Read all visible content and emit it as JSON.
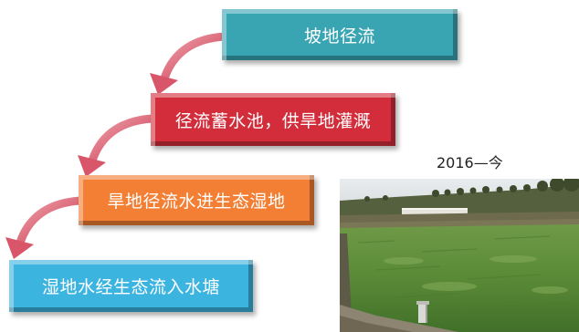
{
  "flow_steps": [
    {
      "label": "坡地径流",
      "color": "#39a5b3"
    },
    {
      "label": "径流蓄水池，供旱地灌溉",
      "color": "#d32d3b"
    },
    {
      "label": "旱地径流水进生态湿地",
      "color": "#f37f34"
    },
    {
      "label": "湿地水经生态流入水塘",
      "color": "#3cb4e0"
    }
  ],
  "arrow_color": "#d9566a",
  "photo": {
    "caption": "2016—今"
  }
}
